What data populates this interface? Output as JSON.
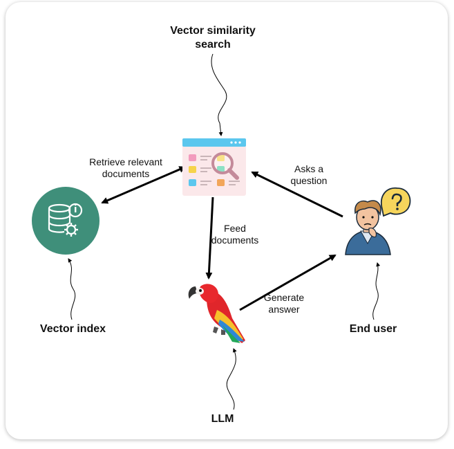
{
  "nodes": {
    "vector_search": {
      "label": "Vector similarity search",
      "icon": "search-documents-icon"
    },
    "vector_index": {
      "label": "Vector index",
      "icon": "database-gear-icon",
      "color": "#3f8f7a"
    },
    "llm": {
      "label": "LLM",
      "icon": "parrot-icon"
    },
    "end_user": {
      "label": "End user",
      "icon": "confused-user-icon"
    }
  },
  "edges": {
    "retrieve": "Retrieve relevant documents",
    "asks": "Asks a question",
    "feed": "Feed documents",
    "generate": "Generate answer"
  }
}
